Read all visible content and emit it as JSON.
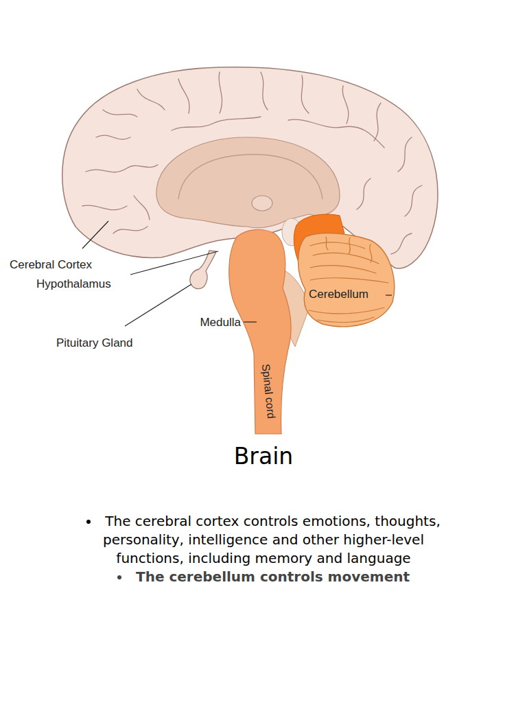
{
  "diagram": {
    "title": "Brain",
    "labels": [
      "Cerebral Cortex",
      "Hypothalamus",
      "Pituitary Gland",
      "Medulla",
      "Cerebellum",
      "Spinal cord",
      "The cerebral cortex controls emotions, thoughts, personality, intelligence and other higher-level functions, including memory and language",
      "The cerebellum controls movement"
    ]
  }
}
